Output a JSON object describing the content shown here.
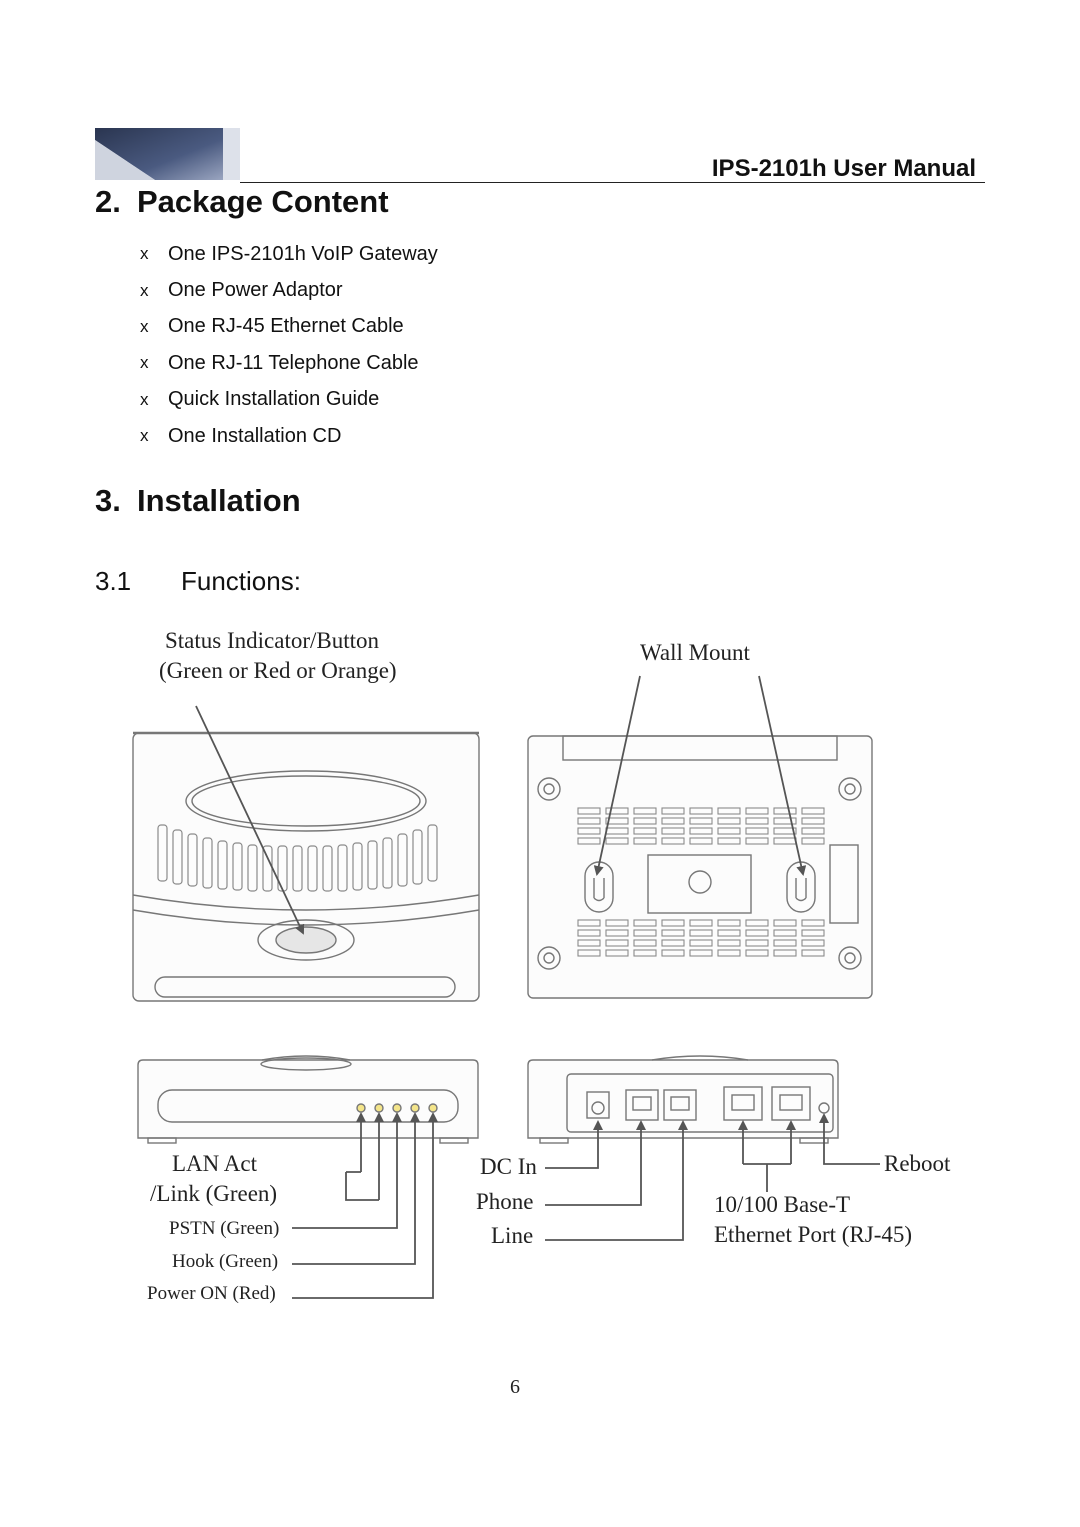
{
  "header": {
    "manual_title": "IPS-2101h User Manual"
  },
  "section_package": {
    "number": "2.",
    "title": "Package Content",
    "bullet_symbol": "x",
    "items": [
      "One IPS-2101h VoIP Gateway",
      "One Power Adaptor",
      "One RJ-45 Ethernet Cable",
      "One RJ-11 Telephone Cable",
      "Quick Installation Guide",
      "One Installation CD"
    ]
  },
  "section_installation": {
    "number": "3.",
    "title": "Installation"
  },
  "subsection_functions": {
    "number": "3.1",
    "title": "Functions:"
  },
  "diagram": {
    "status_indicator_line1": "Status Indicator/Button",
    "status_indicator_line2": "(Green or Red or Orange)",
    "wall_mount": "Wall Mount",
    "lan_act_line1": "LAN Act",
    "lan_act_line2": "/Link (Green)",
    "pstn": "PSTN (Green)",
    "hook": "Hook (Green)",
    "power_on": "Power ON (Red)",
    "dc_in": "DC In",
    "phone": "Phone",
    "line": "Line",
    "reboot": "Reboot",
    "ethernet_line1": "10/100 Base-T",
    "ethernet_line2": "Ethernet Port (RJ-45)"
  },
  "footer": {
    "page_number": "6"
  }
}
